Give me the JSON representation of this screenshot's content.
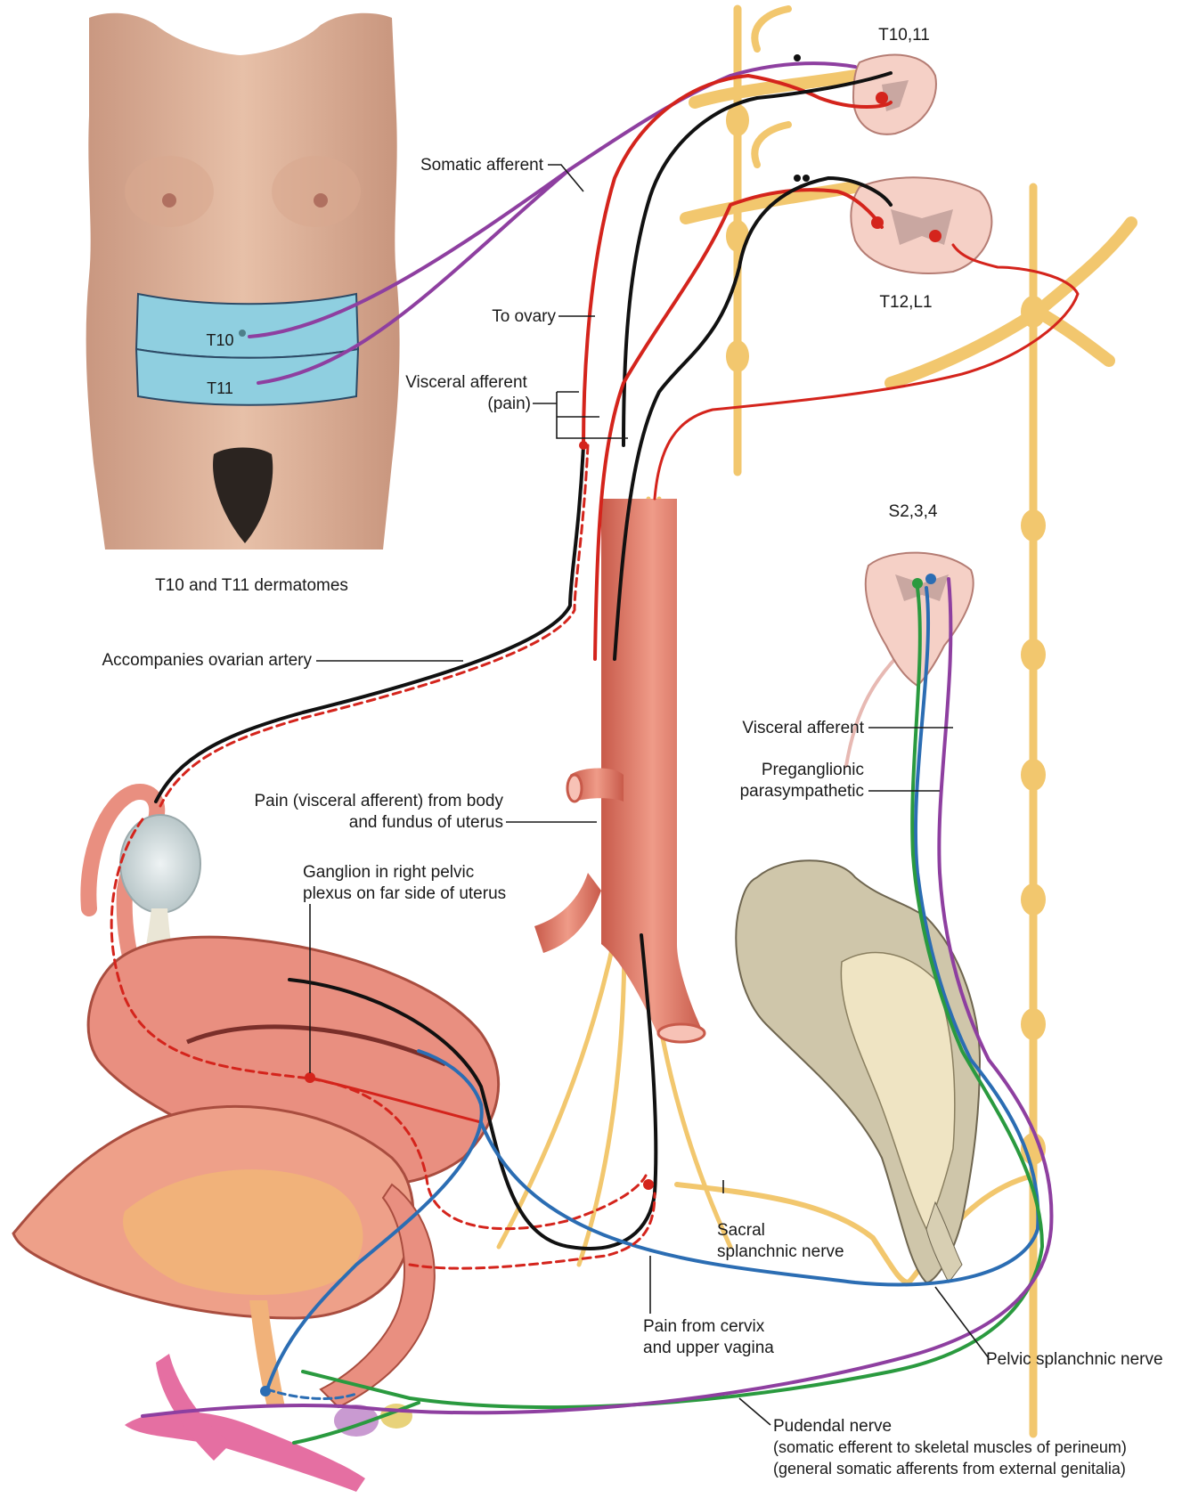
{
  "labels": {
    "t10_11": "T10,11",
    "t12_l1": "T12,L1",
    "s2_3_4": "S2,3,4",
    "somatic_afferent": "Somatic afferent",
    "to_ovary": "To ovary",
    "visceral_afferent_pain_1": "Visceral afferent",
    "visceral_afferent_pain_2": "(pain)",
    "t10": "T10",
    "t11": "T11",
    "dermatomes_caption": "T10 and T11 dermatomes",
    "accompanies_ovarian_artery": "Accompanies ovarian artery",
    "visceral_afferent": "Visceral afferent",
    "preganglionic_1": "Preganglionic",
    "preganglionic_2": "parasympathetic",
    "pain_body_fundus_1": "Pain (visceral afferent) from body",
    "pain_body_fundus_2": "and fundus of uterus",
    "ganglion_1": "Ganglion in right pelvic",
    "ganglion_2": "plexus on far side of uterus",
    "sacral_splanchnic_1": "Sacral",
    "sacral_splanchnic_2": "splanchnic nerve",
    "pain_cervix_1": "Pain from cervix",
    "pain_cervix_2": "and upper vagina",
    "pelvic_splanchnic": "Pelvic splanchnic nerve",
    "pudendal_1": "Pudendal nerve",
    "pudendal_2": "(somatic efferent to skeletal muscles of perineum)",
    "pudendal_3": "(general somatic afferents from external genitalia)"
  },
  "colors": {
    "somatic_afferent": "#8e3fa0",
    "visceral_afferent": "#d4241c",
    "sympathetic": "#111111",
    "parasympathetic": "#2b6db3",
    "pudendal": "#2a9a3f",
    "nerve_trunk": "#f2c76e",
    "dermatome_band": "#8fcfe0",
    "skin": "#e2b59e",
    "uterus": "#e98f80",
    "artery": "#d86b5a",
    "bone": "#cfc6aa"
  }
}
